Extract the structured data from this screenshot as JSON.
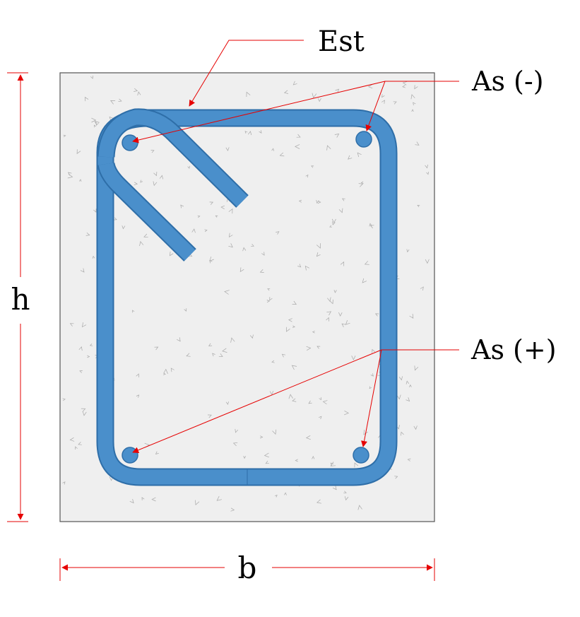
{
  "labels": {
    "stirrup": "Est",
    "top_bars": "As (-)",
    "bottom_bars": "As (+)",
    "height": "h",
    "width": "b"
  },
  "colors": {
    "rebar": "#4A8FCB",
    "rebar_edge": "#2E6EA8",
    "concrete": "#EFEFEF",
    "concrete_edge": "#555555",
    "leader": "#E60000",
    "dimension": "#E60000"
  }
}
